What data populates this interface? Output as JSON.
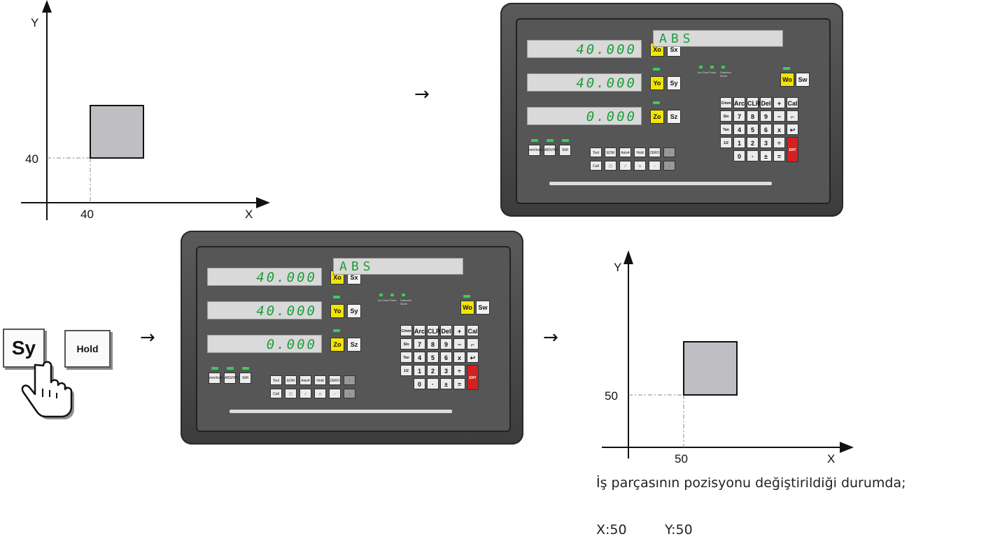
{
  "diagram1": {
    "y_axis": "Y",
    "x_axis": "X",
    "x_tick": "40",
    "y_tick": "40"
  },
  "diagram2": {
    "y_axis": "Y",
    "x_axis": "X",
    "x_tick": "50",
    "y_tick": "50"
  },
  "flow_arrow": "→",
  "panel": {
    "x_display": "40.000",
    "y_display": "40.000",
    "z_display": "0.000",
    "mode_display": "ABS",
    "x_btn": "Xo",
    "sx_btn": "Sx",
    "y_btn": "Yo",
    "sy_btn": "Sy",
    "z_btn": "Zo",
    "sz_btn": "Sz",
    "w_btn": "Wo",
    "sw_btn": "Sw",
    "indicators": [
      "Arc Sum",
      "Probe",
      "Diameter Mode"
    ],
    "left_keys": [
      "mm/inch",
      "ABS/INC",
      "Shft"
    ],
    "func_row1": [
      "Tool",
      "EDM",
      "Axis4",
      "Hold",
      "ZERO",
      "↑"
    ],
    "func_row2": [
      "Calt",
      "▢",
      "∕",
      "◇",
      "◌",
      "↓"
    ],
    "keypad": [
      [
        "C/mm",
        "Arc",
        "CLR",
        "Del",
        "+",
        "Cal"
      ],
      [
        "Sin",
        "7",
        "8",
        "9",
        "−",
        "⌐"
      ],
      [
        "Tan",
        "4",
        "5",
        "6",
        "x",
        "↩"
      ],
      [
        "1/2",
        "1",
        "2",
        "3",
        "÷",
        "ENT"
      ],
      [
        "",
        "0",
        "·",
        "±",
        "=",
        ""
      ]
    ]
  },
  "keys": {
    "sy": "Sy",
    "hold": "Hold"
  },
  "caption": "İş parçasının pozisyonu değiştirildiği durumda;",
  "coords": {
    "x": "X:50",
    "y": "Y:50"
  }
}
